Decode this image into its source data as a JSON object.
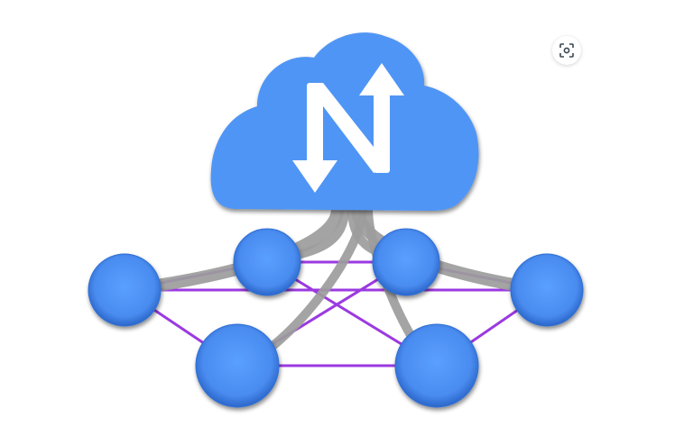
{
  "colors": {
    "background": "#ffffff",
    "cloud_fill": "#4f95f5",
    "cloud_logo": "#ffffff",
    "node_fill": "#4a8cf0",
    "node_edge": "#2f6fd6",
    "mesh_edge": "#9b3ae0",
    "uplink": "#9c9c9c",
    "focus_icon": "#3a4652"
  },
  "icons": {
    "cloud": "cloud-icon",
    "logo": "n-arrows-logo-icon",
    "focus": "scan-focus-icon"
  },
  "diagram": {
    "node_count": 6,
    "hub": "cloud",
    "mesh_edges": [
      [
        0,
        1
      ],
      [
        0,
        3
      ],
      [
        0,
        4
      ],
      [
        1,
        2
      ],
      [
        1,
        5
      ],
      [
        2,
        3
      ],
      [
        2,
        4
      ],
      [
        3,
        5
      ],
      [
        4,
        5
      ]
    ]
  }
}
